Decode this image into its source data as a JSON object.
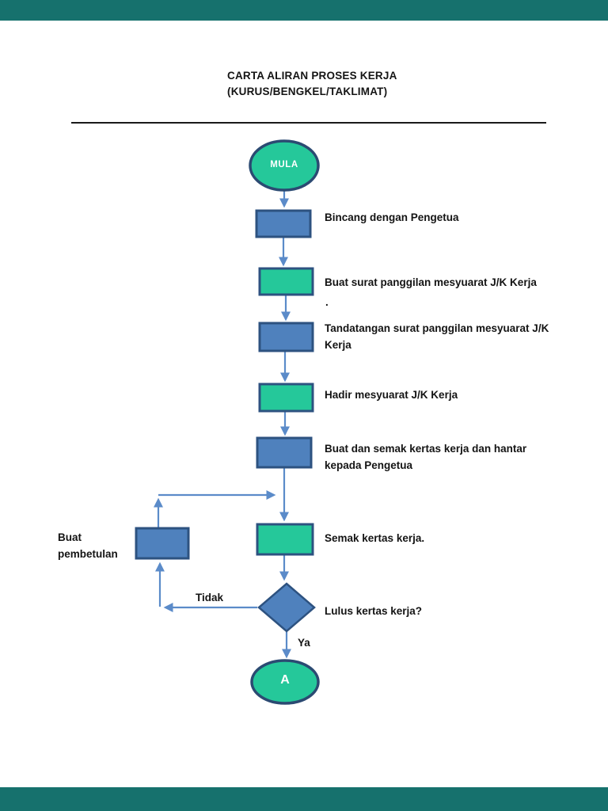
{
  "page": {
    "title_line1": "CARTA ALIRAN PROSES KERJA",
    "title_line2": "(KURUS/BENGKEL/TAKLIMAT)"
  },
  "colors": {
    "viewer_bar": "#16716d",
    "green_fill": "#25c89a",
    "blue_fill": "#4f81bd",
    "shape_border": "#2d5280",
    "oval_border": "#2b4a72",
    "connector": "#5b8bc9",
    "text": "#141414"
  },
  "flowchart": {
    "start_terminal": "MULA",
    "end_terminal": "A",
    "steps": [
      {
        "label": "Bincang dengan Pengetua",
        "color": "blue"
      },
      {
        "label": "Buat surat panggilan mesyuarat J/K Kerja",
        "color": "green"
      },
      {
        "label": "Tandatangan surat panggilan mesyuarat J/K\nKerja",
        "color": "blue"
      },
      {
        "label": "Hadir mesyuarat J/K Kerja",
        "color": "green"
      },
      {
        "label": "Buat dan semak kertas kerja dan hantar\nkepada Pengetua",
        "color": "blue"
      },
      {
        "label": "Semak kertas kerja.",
        "color": "green"
      }
    ],
    "stray_dot": ".",
    "correction_box_label": "Buat\npembetulan",
    "decision": {
      "question": "Lulus kertas kerja?",
      "no_label": "Tidak",
      "yes_label": "Ya"
    }
  }
}
